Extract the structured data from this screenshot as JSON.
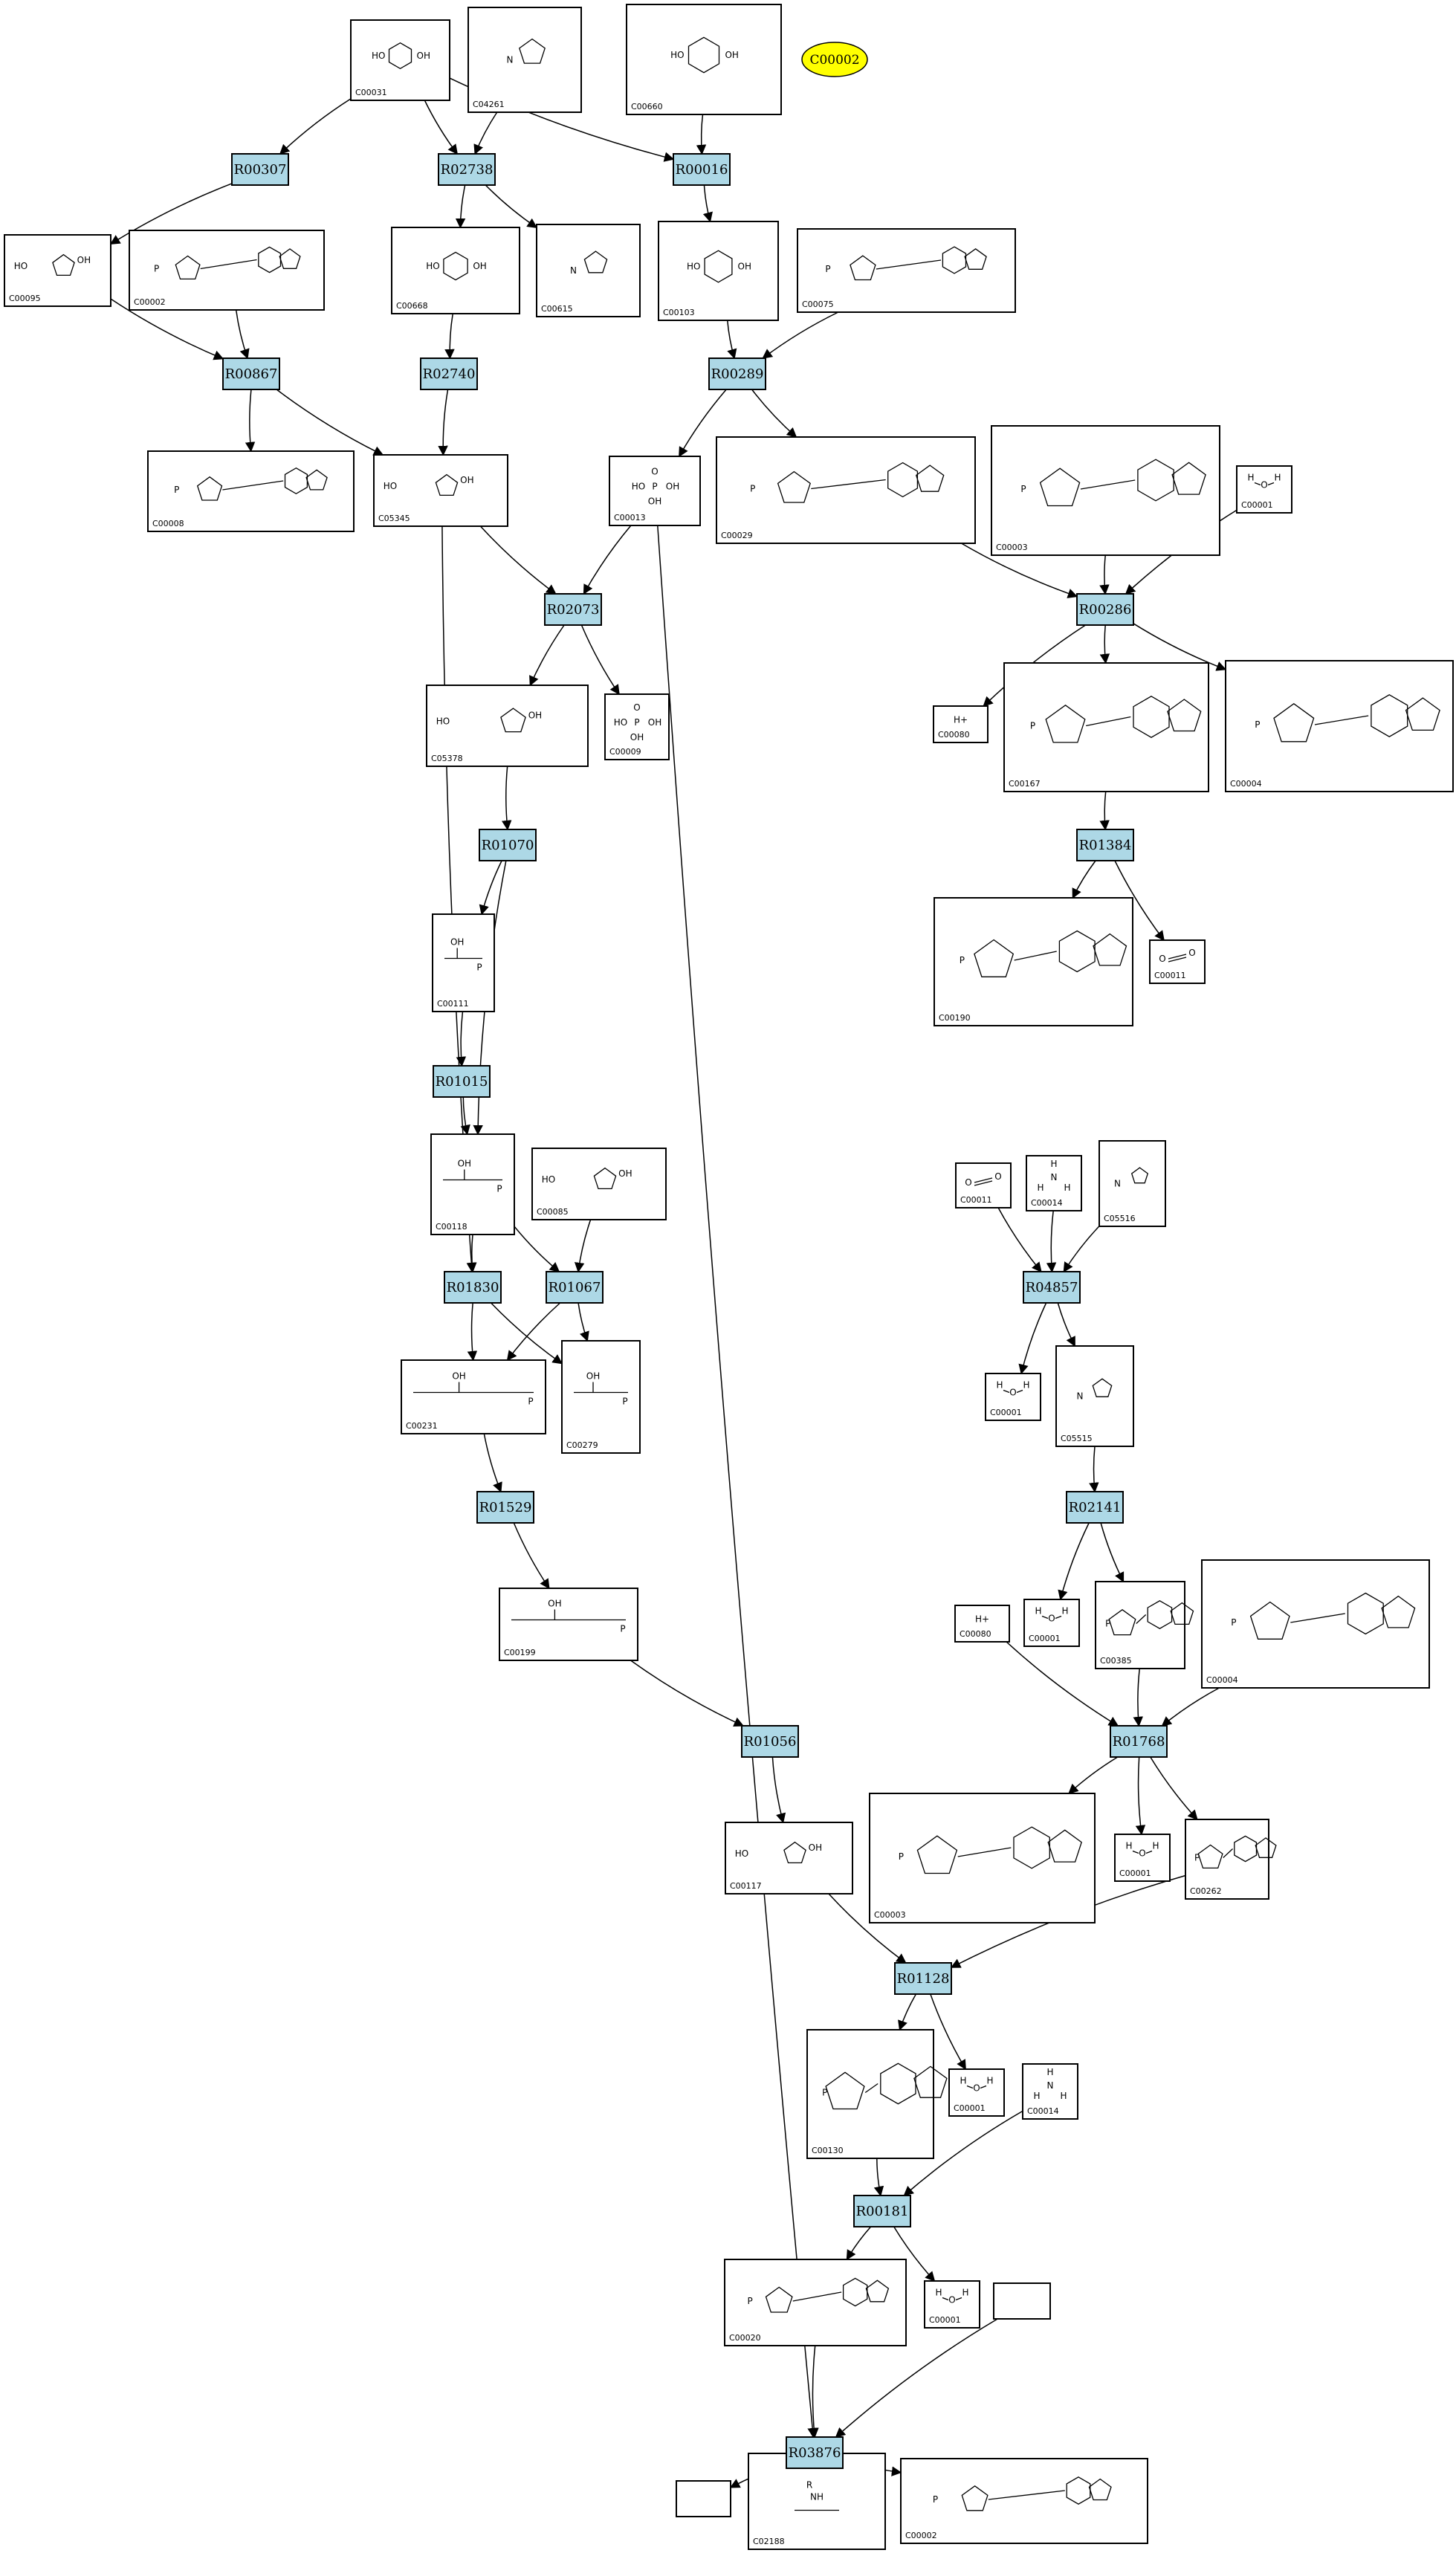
{
  "colors": {
    "reaction_fill": "#add8e6",
    "highlight_fill": "#ffff00",
    "stroke": "#000000",
    "background": "#ffffff"
  },
  "highlighted_compound": {
    "label": "C00002"
  },
  "reactions": [
    {
      "id": "R00307",
      "label": "R00307"
    },
    {
      "id": "R02738",
      "label": "R02738"
    },
    {
      "id": "R00016",
      "label": "R00016"
    },
    {
      "id": "R00867",
      "label": "R00867"
    },
    {
      "id": "R02740",
      "label": "R02740"
    },
    {
      "id": "R00289",
      "label": "R00289"
    },
    {
      "id": "R02073",
      "label": "R02073"
    },
    {
      "id": "R00286",
      "label": "R00286"
    },
    {
      "id": "R01070",
      "label": "R01070"
    },
    {
      "id": "R01384",
      "label": "R01384"
    },
    {
      "id": "R01015",
      "label": "R01015"
    },
    {
      "id": "R01830",
      "label": "R01830"
    },
    {
      "id": "R01067",
      "label": "R01067"
    },
    {
      "id": "R04857",
      "label": "R04857"
    },
    {
      "id": "R01529",
      "label": "R01529"
    },
    {
      "id": "R02141",
      "label": "R02141"
    },
    {
      "id": "R01056",
      "label": "R01056"
    },
    {
      "id": "R01768",
      "label": "R01768"
    },
    {
      "id": "R01128",
      "label": "R01128"
    },
    {
      "id": "R00181",
      "label": "R00181"
    },
    {
      "id": "R03876",
      "label": "R03876"
    }
  ],
  "compounds": [
    {
      "key": "c00031_a",
      "label": "C00031",
      "icon": "hexose-ring-icon"
    },
    {
      "key": "c04261",
      "label": "C04261",
      "icon": "histidine-peptide-icon"
    },
    {
      "key": "c00660",
      "label": "C00660",
      "icon": "sugar-bisphosphate-icon"
    },
    {
      "key": "c00095",
      "label": "C00095",
      "icon": "furanose-icon"
    },
    {
      "key": "c00002_a",
      "label": "C00002",
      "icon": "atp-icon"
    },
    {
      "key": "c00668",
      "label": "C00668",
      "icon": "hexose-phosphate-icon"
    },
    {
      "key": "c00615",
      "label": "C00615",
      "icon": "imidazole-peptide-icon"
    },
    {
      "key": "c00103",
      "label": "C00103",
      "icon": "hexose-phosphate-icon"
    },
    {
      "key": "c00075",
      "label": "C00075",
      "icon": "utp-icon"
    },
    {
      "key": "c00008",
      "label": "C00008",
      "icon": "adp-icon"
    },
    {
      "key": "c05345",
      "label": "C05345",
      "icon": "furanose-phosphate-icon"
    },
    {
      "key": "c00013",
      "label": "C00013",
      "icon": "diphosphate-icon"
    },
    {
      "key": "c00029",
      "label": "C00029",
      "icon": "udp-sugar-icon"
    },
    {
      "key": "c00003_a",
      "label": "C00003",
      "icon": "nad-icon"
    },
    {
      "key": "c00001_a",
      "label": "C00001",
      "icon": "water-icon"
    },
    {
      "key": "c05378",
      "label": "C05378",
      "icon": "furanose-bisphosphate-icon"
    },
    {
      "key": "c00009",
      "label": "C00009",
      "icon": "phosphate-icon"
    },
    {
      "key": "c00080_a",
      "label": "C00080",
      "icon": "proton-icon"
    },
    {
      "key": "c00167",
      "label": "C00167",
      "icon": "udp-glucuronate-icon"
    },
    {
      "key": "c00004_a",
      "label": "C00004",
      "icon": "nadh-icon"
    },
    {
      "key": "c00111",
      "label": "C00111",
      "icon": "glycerone-phosphate-icon"
    },
    {
      "key": "c00190",
      "label": "C00190",
      "icon": "udp-xylose-icon"
    },
    {
      "key": "c00011_a",
      "label": "C00011",
      "icon": "carbon-dioxide-icon"
    },
    {
      "key": "c00118",
      "label": "C00118",
      "icon": "glyceraldehyde-phosphate-icon"
    },
    {
      "key": "c00085",
      "label": "C00085",
      "icon": "fructose-phosphate-icon"
    },
    {
      "key": "c00011_b",
      "label": "C00011",
      "icon": "carbon-dioxide-icon"
    },
    {
      "key": "c00014_a",
      "label": "C00014",
      "icon": "ammonia-icon"
    },
    {
      "key": "c05516",
      "label": "C05516",
      "icon": "imidazole-carboxylate-icon"
    },
    {
      "key": "c00231",
      "label": "C00231",
      "icon": "xylulose-phosphate-icon"
    },
    {
      "key": "c00279",
      "label": "C00279",
      "icon": "erythrose-phosphate-icon"
    },
    {
      "key": "c00001_b",
      "label": "C00001",
      "icon": "water-icon"
    },
    {
      "key": "c05515",
      "label": "C05515",
      "icon": "imidazole-carboxamide-icon"
    },
    {
      "key": "c00199",
      "label": "C00199",
      "icon": "ribulose-phosphate-icon"
    },
    {
      "key": "c00001_c",
      "label": "C00001",
      "icon": "water-icon"
    },
    {
      "key": "c00385",
      "label": "C00385",
      "icon": "xanthine-icon"
    },
    {
      "key": "c00080_b",
      "label": "C00080",
      "icon": "proton-icon"
    },
    {
      "key": "c00004_b",
      "label": "C00004",
      "icon": "nadh-icon"
    },
    {
      "key": "c00117",
      "label": "C00117",
      "icon": "ribose-phosphate-icon"
    },
    {
      "key": "c00003_b",
      "label": "C00003",
      "icon": "nad-icon"
    },
    {
      "key": "c00001_d",
      "label": "C00001",
      "icon": "water-icon"
    },
    {
      "key": "c00262",
      "label": "C00262",
      "icon": "hypoxanthine-icon"
    },
    {
      "key": "c00130",
      "label": "C00130",
      "icon": "imp-icon"
    },
    {
      "key": "c00001_e",
      "label": "C00001",
      "icon": "water-icon"
    },
    {
      "key": "c00014_b",
      "label": "C00014",
      "icon": "ammonia-icon"
    },
    {
      "key": "c00020",
      "label": "C00020",
      "icon": "amp-icon"
    },
    {
      "key": "c00001_f",
      "label": "C00001",
      "icon": "water-icon"
    },
    {
      "key": "blank_a",
      "label": "",
      "icon": "empty-node-icon"
    },
    {
      "key": "blank_b",
      "label": "",
      "icon": "empty-node-icon"
    },
    {
      "key": "c02188",
      "label": "C02188",
      "icon": "lysine-peptide-icon"
    },
    {
      "key": "c00002_b",
      "label": "C00002",
      "icon": "atp-icon"
    }
  ],
  "edges": [
    [
      "c00031_a",
      "R00307"
    ],
    [
      "c00031_a",
      "R02738"
    ],
    [
      "c04261",
      "R02738"
    ],
    [
      "c00031_a",
      "R00016"
    ],
    [
      "c00660",
      "R00016"
    ],
    [
      "R00307",
      "c00095"
    ],
    [
      "R02738",
      "c00668"
    ],
    [
      "R02738",
      "c00615"
    ],
    [
      "R00016",
      "c00103"
    ],
    [
      "c00095",
      "R00867"
    ],
    [
      "c00002_a",
      "R00867"
    ],
    [
      "c00668",
      "R02740"
    ],
    [
      "c00103",
      "R00289"
    ],
    [
      "c00075",
      "R00289"
    ],
    [
      "R00867",
      "c00008"
    ],
    [
      "R00867",
      "c05345"
    ],
    [
      "R02740",
      "c05345"
    ],
    [
      "R00289",
      "c00013"
    ],
    [
      "R00289",
      "c00029"
    ],
    [
      "c05345",
      "R02073"
    ],
    [
      "c00013",
      "R02073"
    ],
    [
      "c00029",
      "R00286"
    ],
    [
      "c00003_a",
      "R00286"
    ],
    [
      "c00001_a",
      "R00286"
    ],
    [
      "R02073",
      "c05378"
    ],
    [
      "R02073",
      "c00009"
    ],
    [
      "R00286",
      "c00080_a"
    ],
    [
      "R00286",
      "c00167"
    ],
    [
      "R00286",
      "c00004_a"
    ],
    [
      "c05378",
      "R01070"
    ],
    [
      "c00167",
      "R01384"
    ],
    [
      "R01070",
      "c00111"
    ],
    [
      "R01070",
      "c00118"
    ],
    [
      "R01384",
      "c00190"
    ],
    [
      "R01384",
      "c00011_a"
    ],
    [
      "c00111",
      "R01015"
    ],
    [
      "R01015",
      "c00118"
    ],
    [
      "c05345",
      "R01830"
    ],
    [
      "c00118",
      "R01830"
    ],
    [
      "c00118",
      "R01067"
    ],
    [
      "c00085",
      "R01067"
    ],
    [
      "c00011_b",
      "R04857"
    ],
    [
      "c00014_a",
      "R04857"
    ],
    [
      "c05516",
      "R04857"
    ],
    [
      "R01830",
      "c00231"
    ],
    [
      "R01830",
      "c00279"
    ],
    [
      "R01067",
      "c00231"
    ],
    [
      "R01067",
      "c00279"
    ],
    [
      "R04857",
      "c00001_b"
    ],
    [
      "R04857",
      "c05515"
    ],
    [
      "c00231",
      "R01529"
    ],
    [
      "c05515",
      "R02141"
    ],
    [
      "R01529",
      "c00199"
    ],
    [
      "R02141",
      "c00001_c"
    ],
    [
      "R02141",
      "c00385"
    ],
    [
      "c00199",
      "R01056"
    ],
    [
      "c00080_b",
      "R01768"
    ],
    [
      "c00385",
      "R01768"
    ],
    [
      "c00004_b",
      "R01768"
    ],
    [
      "R01056",
      "c00117"
    ],
    [
      "R01768",
      "c00003_b"
    ],
    [
      "R01768",
      "c00001_d"
    ],
    [
      "R01768",
      "c00262"
    ],
    [
      "c00117",
      "R01128"
    ],
    [
      "c00262",
      "R01128"
    ],
    [
      "R01128",
      "c00130"
    ],
    [
      "R01128",
      "c00001_e"
    ],
    [
      "c00130",
      "R00181"
    ],
    [
      "c00014_b",
      "R00181"
    ],
    [
      "R00181",
      "c00020"
    ],
    [
      "R00181",
      "c00001_f"
    ],
    [
      "c00013",
      "R03876"
    ],
    [
      "c00020",
      "R03876"
    ],
    [
      "blank_a",
      "R03876"
    ],
    [
      "R03876",
      "blank_b"
    ],
    [
      "R03876",
      "c02188"
    ],
    [
      "R03876",
      "c00002_b"
    ]
  ]
}
